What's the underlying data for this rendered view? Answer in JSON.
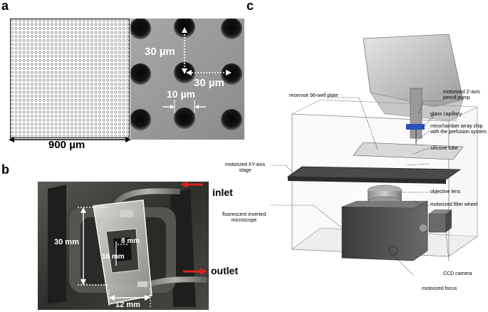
{
  "panels": {
    "a": {
      "letter": "a",
      "width_label": "900 µm",
      "pitch_vertical_label": "30 µm",
      "pitch_horizontal_label": "30 µm",
      "well_diameter_label": "10 µm"
    },
    "b": {
      "letter": "b",
      "inlet_label": "inlet",
      "outlet_label": "outlet",
      "length_label": "30 mm",
      "chamber_length_label": "16 mm",
      "chamber_width_label": "8 mm",
      "chip_width_label": "12 mm"
    },
    "c": {
      "letter": "c",
      "labels": {
        "reservoir": "reservoir 96-well plate",
        "pump": "motorized Z-axis\npencil pump",
        "capillary": "glass capillary",
        "chip": "mirochamber array chip\nwith the perfusion system",
        "tube": "silicone tube",
        "stage": "motorized XY-axis\nstage",
        "objective": "objective lens",
        "filter": "motorized filter wheel",
        "microscope": "fluorescent inverted\nmicroscope",
        "camera": "CCD camera",
        "focus": "motorized focus"
      }
    }
  },
  "colors": {
    "arrow_red": "#d8241c",
    "sem_bg": "#9a9a9a",
    "photo_bg": "#3a3a36"
  }
}
